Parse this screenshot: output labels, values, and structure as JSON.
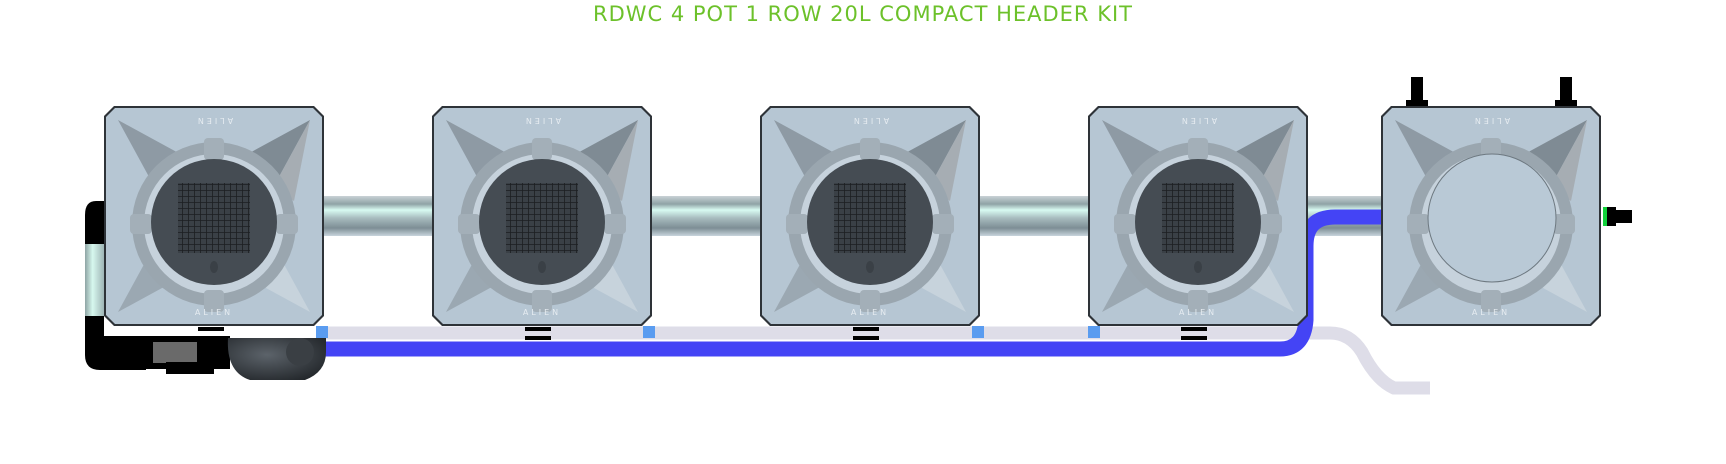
{
  "title": "RDWC 4 POT 1 ROW 20L COMPACT HEADER KIT",
  "colors": {
    "title_green": "#6cc12a",
    "pot_body": "#b6c6d3",
    "pot_border": "#2e3338",
    "lid_dark": "#454c53",
    "reservoir_lid": "#b9c9d6",
    "header_pipe": "#9fb3b8",
    "supply_tube_blue": "#4444f5",
    "return_tube_white": "#dedde8",
    "connector_blue": "#5a9cf0",
    "fitting_black": "#000000",
    "fitting_green": "#11d13a"
  },
  "system": {
    "pot_count": 4,
    "rows": 1,
    "pot_volume": "20L",
    "kit_type": "Compact Header"
  },
  "pots": [
    {
      "id": "pot-1",
      "brand_top": "ALIEN",
      "brand_bottom": "ALIEN",
      "lid": "net-pot"
    },
    {
      "id": "pot-2",
      "brand_top": "ALIEN",
      "brand_bottom": "ALIEN",
      "lid": "net-pot"
    },
    {
      "id": "pot-3",
      "brand_top": "ALIEN",
      "brand_bottom": "ALIEN",
      "lid": "net-pot"
    },
    {
      "id": "pot-4",
      "brand_top": "ALIEN",
      "brand_bottom": "ALIEN",
      "lid": "net-pot"
    }
  ],
  "reservoir": {
    "brand_top": "ALIEN",
    "brand_bottom": "ALIEN",
    "lid": "solid"
  }
}
